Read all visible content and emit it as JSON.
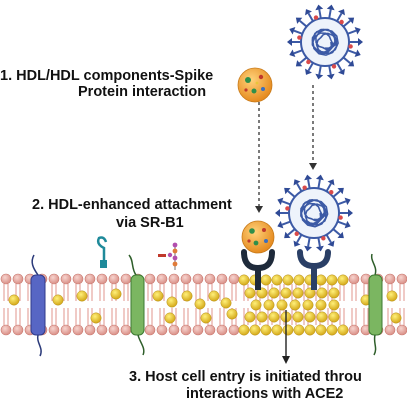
{
  "steps": {
    "step1_line1": "1.  HDL/HDL components-Spike",
    "step1_line2": "Protein interaction",
    "step2_line1": "2.  HDL-enhanced attachment",
    "step2_line2": "via SR-B1",
    "step3_line1": "3. Host cell entry is initiated throu",
    "step3_line2": "interactions with ACE2"
  },
  "colors": {
    "virus_spike": "#3c5aa6",
    "virus_body": "#eef3fb",
    "hdl_particle": "#f0a040",
    "membrane_head": "#d9867f",
    "lipid_raft": "#e8c53a",
    "receptor_dark": "#1e2a3a",
    "protein_green": "#7bb661",
    "protein_blue": "#5766c4"
  },
  "icons": [
    "virus-icon",
    "hdl-particle-icon",
    "sr-b1-receptor-icon",
    "ace2-receptor-icon",
    "transmembrane-protein-icon",
    "glycolipid-icon"
  ]
}
